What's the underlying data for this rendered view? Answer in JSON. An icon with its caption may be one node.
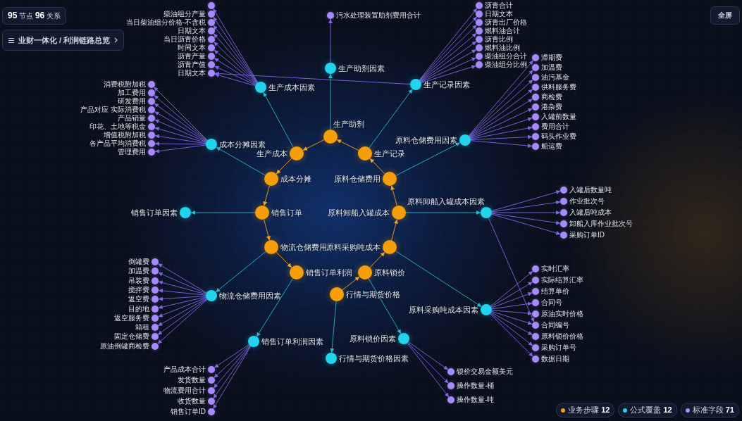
{
  "diagram": {
    "nodes": [
      {
        "text": [
          "生产成本"
        ]
      },
      {
        "text": [
          "生产助剂"
        ]
      },
      {
        "text": [
          "生产记录"
        ]
      },
      {
        "text": [
          "原料仓储费用"
        ]
      },
      {
        "text": [
          "原料卸船入罐成本"
        ]
      },
      {
        "text": [
          "原料采购吨成本"
        ]
      },
      {
        "text": [
          "原料锁价"
        ]
      },
      {
        "text": [
          "行情与期货价格"
        ]
      },
      {
        "text": [
          "销售订单利润"
        ]
      },
      {
        "text": [
          "物流仓储费用"
        ]
      },
      {
        "text": [
          "销售订单"
        ]
      },
      {
        "text": [
          "成本分摊"
        ]
      },
      {
        "text": [
          "生产成本因素"
        ]
      },
      {
        "text": [
          "生产助剂因素"
        ]
      },
      {
        "text": [
          "生产记录因素"
        ]
      },
      {
        "text": [
          "原料仓储费用因素"
        ]
      },
      {
        "text": [
          "原料卸船入罐成本因素"
        ]
      },
      {
        "text": [
          "原料采购吨成本因素"
        ]
      },
      {
        "text": [
          "原料锁价因素"
        ]
      },
      {
        "text": [
          "行情与期货价格因素"
        ]
      },
      {
        "text": [
          "销售订单利润因素"
        ]
      },
      {
        "text": [
          "物流仓储费用因素"
        ]
      },
      {
        "text": [
          "销售订单因素"
        ]
      },
      {
        "text": [
          "成本分摊因素"
        ]
      },
      {
        "text": [],
        "shape": "circle"
      },
      {
        "text": [
          "柴油组分产量"
        ]
      },
      {
        "text": [
          "日期文本"
        ]
      },
      {
        "text": [
          "当日柴油组分价格-不含税"
        ]
      },
      {
        "text": [
          "日期文本"
        ]
      },
      {
        "text": [
          "当日沥青价格"
        ]
      },
      {
        "text": [
          "时间文本"
        ]
      },
      {
        "text": [
          "沥青产量"
        ]
      },
      {
        "text": [
          "沥青产值"
        ]
      },
      {
        "text": [
          "消费税附加税"
        ]
      },
      {
        "text": [
          "加工费用"
        ]
      },
      {
        "text": [
          "研发费用"
        ]
      },
      {
        "text": [
          "产品对应 实际消费税"
        ]
      },
      {
        "text": [
          "产品销量"
        ]
      },
      {
        "text": [
          "印花、土地等税金"
        ]
      },
      {
        "text": [
          "增值税附加税"
        ]
      },
      {
        "text": [
          "各产品平均消费税"
        ]
      },
      {
        "text": [
          "管理费用"
        ]
      },
      {
        "text": [
          "污水处理装置助剂费用合计"
        ]
      },
      {
        "text": [
          "沥青合计"
        ]
      },
      {
        "text": [
          "日期文本"
        ]
      },
      {
        "text": [
          "沥青出厂价格"
        ]
      },
      {
        "text": [
          "燃料油合计"
        ]
      },
      {
        "text": [
          "沥青比例"
        ]
      },
      {
        "text": [
          "燃料油比例"
        ]
      },
      {
        "text": [
          "柴油组分合计"
        ]
      },
      {
        "text": [
          "柴油组分比例"
        ]
      },
      {
        "text": [
          "滞期费"
        ]
      },
      {
        "text": [
          "加温费"
        ]
      },
      {
        "text": [
          "油污基金"
        ]
      },
      {
        "text": [
          "供料服务费"
        ]
      },
      {
        "text": [
          "商检费"
        ]
      },
      {
        "text": [
          "港杂费"
        ]
      },
      {
        "text": [
          "入罐前数量"
        ]
      },
      {
        "text": [
          "费用合计"
        ]
      },
      {
        "text": [
          "码头作业费"
        ]
      },
      {
        "text": [
          "船运费"
        ]
      },
      {
        "text": [
          "入罐后数量吨"
        ]
      },
      {
        "text": [
          "作业批次号"
        ]
      },
      {
        "text": [
          "入罐后吨成本"
        ]
      },
      {
        "text": [
          "卸船入库作业批次号"
        ]
      },
      {
        "text": [
          "采购订单ID"
        ]
      },
      {
        "text": [
          "实时汇率"
        ]
      },
      {
        "text": [
          "实际结算汇率"
        ]
      },
      {
        "text": [
          "结算单价"
        ]
      },
      {
        "text": [
          "合同号"
        ]
      },
      {
        "text": [
          "原油实时价格"
        ]
      },
      {
        "text": [
          "合同编号"
        ]
      },
      {
        "text": [
          "原料锁价价格"
        ]
      },
      {
        "text": [
          "采购订单号"
        ]
      },
      {
        "text": [
          "数据日期"
        ]
      },
      {
        "text": [
          "锁价交易金额美元"
        ]
      },
      {
        "text": [
          "操作数量-桶"
        ]
      },
      {
        "text": [
          "操作数量-吨"
        ]
      },
      {
        "text": [
          "产品成本合计"
        ]
      },
      {
        "text": [
          "发货数量"
        ]
      },
      {
        "text": [
          "物流费用合计"
        ]
      },
      {
        "text": [
          "收货数量"
        ]
      },
      {
        "text": [
          "销售订单ID"
        ]
      },
      {
        "text": [
          "倒罐费"
        ]
      },
      {
        "text": [
          "加温费"
        ]
      },
      {
        "text": [
          "吊装费"
        ]
      },
      {
        "text": [
          "搅拌费"
        ]
      },
      {
        "text": [
          "返空费"
        ]
      },
      {
        "text": [
          "目的地"
        ]
      },
      {
        "text": [
          "返空服务费"
        ]
      },
      {
        "text": [
          "箱租"
        ]
      },
      {
        "text": [
          "固定仓储费"
        ]
      },
      {
        "text": [
          "原油倒罐商检费"
        ]
      }
    ],
    "edges": [
      {
        "from": 7,
        "to": 6,
        "arrow": "to",
        "color": "#f5a524"
      },
      {
        "from": 6,
        "to": 5,
        "arrow": "to",
        "color": "#f5a524"
      },
      {
        "from": 5,
        "to": 4,
        "arrow": "to",
        "color": "#f5a524"
      },
      {
        "from": 4,
        "to": 3,
        "arrow": "to",
        "color": "#f5a524"
      },
      {
        "from": 3,
        "to": 2,
        "arrow": "to",
        "color": "#f5a524"
      },
      {
        "from": 2,
        "to": 1,
        "arrow": "to",
        "color": "#f5a524"
      },
      {
        "from": 1,
        "to": 0,
        "arrow": "to",
        "color": "#f5a524"
      },
      {
        "from": 0,
        "to": 11,
        "arrow": "to",
        "color": "#f5a524"
      },
      {
        "from": 11,
        "to": 10,
        "arrow": "to",
        "color": "#f5a524"
      },
      {
        "from": 10,
        "to": 9,
        "arrow": "to",
        "color": "#f5a524"
      },
      {
        "from": 9,
        "to": 8,
        "arrow": "to",
        "color": "#f5a524"
      },
      {
        "from": 0,
        "to": 12,
        "arrow": "to",
        "color": "#2bb8cf"
      },
      {
        "from": 1,
        "to": 13,
        "arrow": "to",
        "color": "#2bb8cf"
      },
      {
        "from": 2,
        "to": 14,
        "arrow": "to",
        "color": "#2bb8cf"
      },
      {
        "from": 3,
        "to": 15,
        "arrow": "to",
        "color": "#2bb8cf"
      },
      {
        "from": 4,
        "to": 16,
        "arrow": "to",
        "color": "#2bb8cf"
      },
      {
        "from": 5,
        "to": 17,
        "arrow": "to",
        "color": "#2bb8cf"
      },
      {
        "from": 6,
        "to": 18,
        "arrow": "to",
        "color": "#2bb8cf"
      },
      {
        "from": 7,
        "to": 19,
        "arrow": "to",
        "color": "#2bb8cf"
      },
      {
        "from": 8,
        "to": 20,
        "arrow": "to",
        "color": "#2bb8cf"
      },
      {
        "from": 9,
        "to": 21,
        "arrow": "to",
        "color": "#2bb8cf"
      },
      {
        "from": 10,
        "to": 22,
        "arrow": "to",
        "color": "#2bb8cf"
      },
      {
        "from": 11,
        "to": 23,
        "arrow": "to",
        "color": "#2bb8cf"
      },
      {
        "from": 12,
        "to": 24,
        "arrow": "to"
      },
      {
        "from": 12,
        "to": 25,
        "arrow": "to"
      },
      {
        "from": 12,
        "to": 26,
        "arrow": "to"
      },
      {
        "from": 12,
        "to": 27,
        "arrow": "to"
      },
      {
        "from": 12,
        "to": 28,
        "arrow": "to"
      },
      {
        "from": 12,
        "to": 29,
        "arrow": "to"
      },
      {
        "from": 12,
        "to": 30,
        "arrow": "to"
      },
      {
        "from": 12,
        "to": 31,
        "arrow": "to"
      },
      {
        "from": 12,
        "to": 32,
        "arrow": "to"
      },
      {
        "from": 23,
        "to": 33,
        "arrow": "to"
      },
      {
        "from": 23,
        "to": 34,
        "arrow": "to"
      },
      {
        "from": 23,
        "to": 35,
        "arrow": "to"
      },
      {
        "from": 23,
        "to": 36,
        "arrow": "to"
      },
      {
        "from": 23,
        "to": 37,
        "arrow": "to"
      },
      {
        "from": 23,
        "to": 38,
        "arrow": "to"
      },
      {
        "from": 23,
        "to": 39,
        "arrow": "to"
      },
      {
        "from": 23,
        "to": 40,
        "arrow": "to"
      },
      {
        "from": 23,
        "to": 41,
        "arrow": "to"
      },
      {
        "from": 13,
        "to": 42,
        "arrow": "to"
      },
      {
        "from": 14,
        "to": 43,
        "arrow": "to"
      },
      {
        "from": 14,
        "to": 44,
        "arrow": "to"
      },
      {
        "from": 14,
        "to": 45,
        "arrow": "to"
      },
      {
        "from": 14,
        "to": 46,
        "arrow": "to"
      },
      {
        "from": 14,
        "to": 47,
        "arrow": "to"
      },
      {
        "from": 14,
        "to": 48,
        "arrow": "to"
      },
      {
        "from": 14,
        "to": 49,
        "arrow": "to"
      },
      {
        "from": 14,
        "to": 50,
        "arrow": "to"
      },
      {
        "from": 14,
        "to": 26,
        "arrow": "to"
      },
      {
        "from": 15,
        "to": 51,
        "arrow": "to"
      },
      {
        "from": 15,
        "to": 52,
        "arrow": "to"
      },
      {
        "from": 15,
        "to": 53,
        "arrow": "to"
      },
      {
        "from": 15,
        "to": 54,
        "arrow": "to"
      },
      {
        "from": 15,
        "to": 55,
        "arrow": "to"
      },
      {
        "from": 15,
        "to": 56,
        "arrow": "to"
      },
      {
        "from": 15,
        "to": 57,
        "arrow": "to"
      },
      {
        "from": 15,
        "to": 58,
        "arrow": "to"
      },
      {
        "from": 15,
        "to": 59,
        "arrow": "to"
      },
      {
        "from": 15,
        "to": 60,
        "arrow": "to"
      },
      {
        "from": 16,
        "to": 61,
        "arrow": "to"
      },
      {
        "from": 16,
        "to": 62,
        "arrow": "to"
      },
      {
        "from": 16,
        "to": 63,
        "arrow": "to"
      },
      {
        "from": 16,
        "to": 64,
        "arrow": "to"
      },
      {
        "from": 16,
        "to": 65,
        "arrow": "to"
      },
      {
        "from": 16,
        "to": 71,
        "arrow": "to"
      },
      {
        "from": 17,
        "to": 66,
        "arrow": "to"
      },
      {
        "from": 17,
        "to": 67,
        "arrow": "to"
      },
      {
        "from": 17,
        "to": 68,
        "arrow": "to"
      },
      {
        "from": 17,
        "to": 69,
        "arrow": "to"
      },
      {
        "from": 17,
        "to": 70,
        "arrow": "to"
      },
      {
        "from": 17,
        "to": 71,
        "arrow": "to"
      },
      {
        "from": 17,
        "to": 72,
        "arrow": "to"
      },
      {
        "from": 17,
        "to": 73,
        "arrow": "to"
      },
      {
        "from": 17,
        "to": 74,
        "arrow": "to"
      },
      {
        "from": 18,
        "to": 75,
        "arrow": "to"
      },
      {
        "from": 18,
        "to": 76,
        "arrow": "to"
      },
      {
        "from": 18,
        "to": 77,
        "arrow": "to"
      },
      {
        "from": 20,
        "to": 78,
        "arrow": "to"
      },
      {
        "from": 20,
        "to": 79,
        "arrow": "to"
      },
      {
        "from": 20,
        "to": 80,
        "arrow": "to"
      },
      {
        "from": 20,
        "to": 81,
        "arrow": "to"
      },
      {
        "from": 20,
        "to": 82,
        "arrow": "to"
      },
      {
        "from": 21,
        "to": 83,
        "arrow": "to"
      },
      {
        "from": 21,
        "to": 84,
        "arrow": "to"
      },
      {
        "from": 21,
        "to": 85,
        "arrow": "to"
      },
      {
        "from": 21,
        "to": 86,
        "arrow": "to"
      },
      {
        "from": 21,
        "to": 87,
        "arrow": "to"
      },
      {
        "from": 21,
        "to": 88,
        "arrow": "to"
      },
      {
        "from": 21,
        "to": 89,
        "arrow": "to"
      },
      {
        "from": 21,
        "to": 90,
        "arrow": "to"
      },
      {
        "from": 21,
        "to": 91,
        "arrow": "to"
      },
      {
        "from": 21,
        "to": 92,
        "arrow": "to"
      }
    ],
    "labels": [
      "**95** 节点 **96** 关系",
      "业财一体化 / 利润链路总览",
      "全屏"
    ],
    "legend": [
      {
        "text": "业务步骤 **12**",
        "color": "#f59e0b"
      },
      {
        "text": "公式覆盖 **12**",
        "color": "#22d3ee"
      },
      {
        "text": "标准字段 **71**",
        "color": "#a78bfa"
      }
    ]
  }
}
